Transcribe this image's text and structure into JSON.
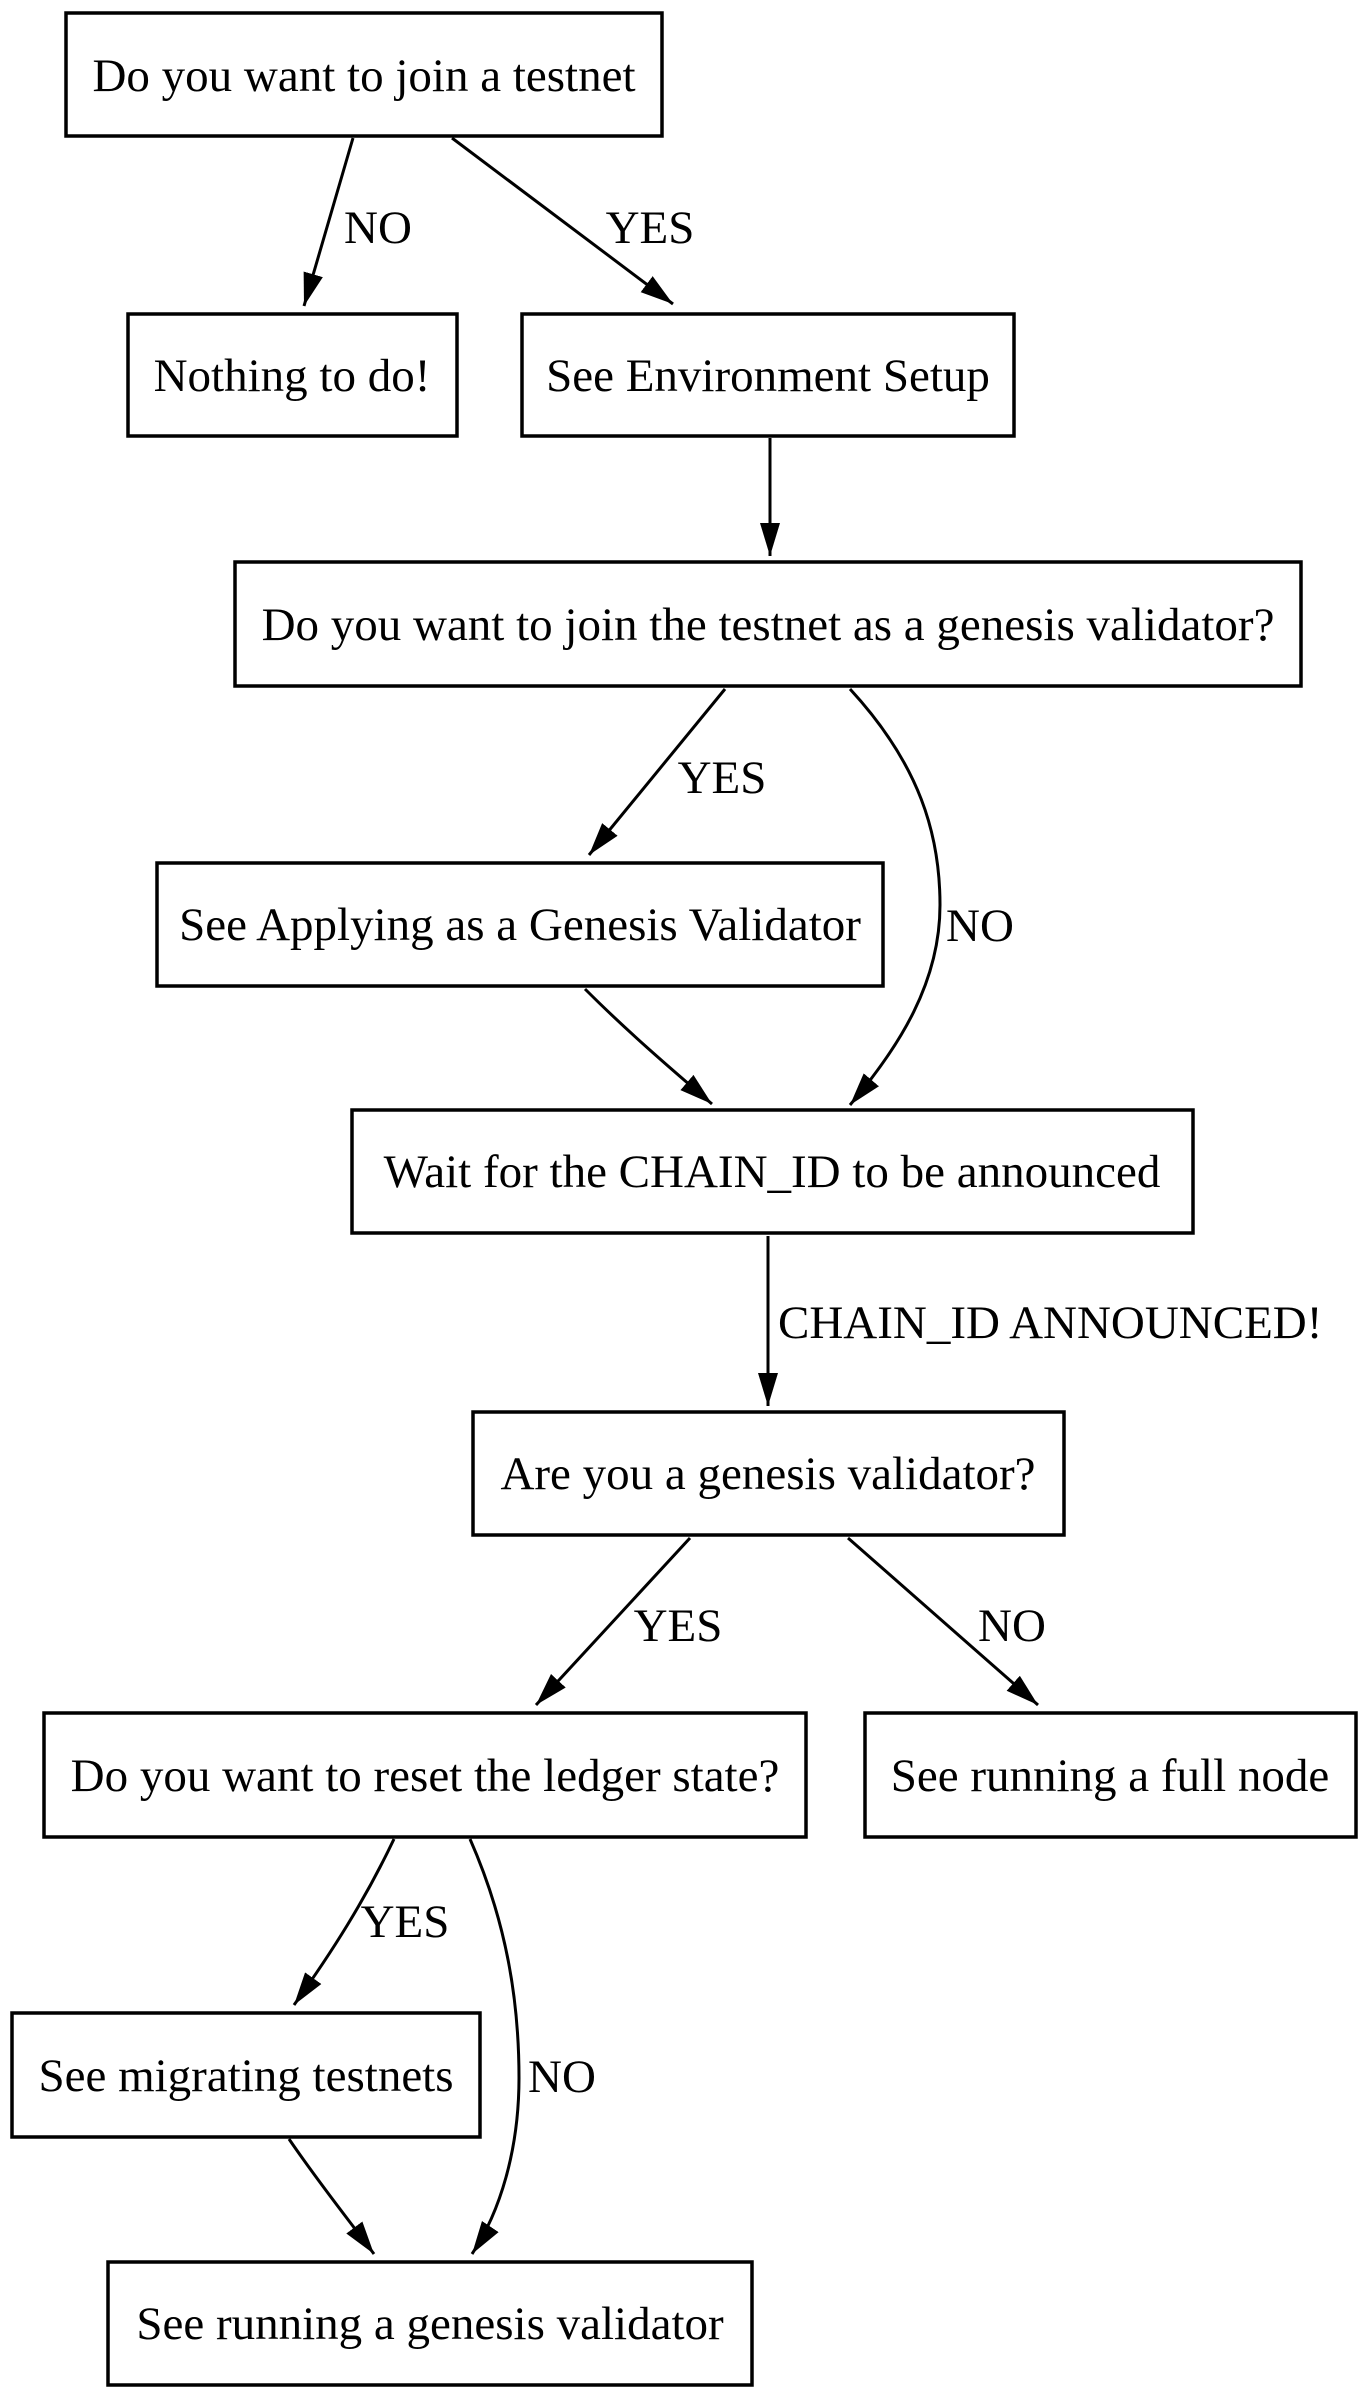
{
  "diagram_type": "flowchart",
  "colors": {
    "background": "#ffffff",
    "node_fill": "#ffffff",
    "line": "#000000",
    "text": "#000000"
  },
  "nodes": [
    {
      "id": "join-testnet",
      "label": "Do you want to join a testnet"
    },
    {
      "id": "nothing-to-do",
      "label": "Nothing to do!"
    },
    {
      "id": "environment-setup",
      "label": "See Environment Setup"
    },
    {
      "id": "join-genesis-question",
      "label": "Do you want to join the testnet as a genesis validator?"
    },
    {
      "id": "applying-genesis",
      "label": "See Applying as a Genesis Validator"
    },
    {
      "id": "wait-chain-id",
      "label": "Wait for the CHAIN_ID to be announced"
    },
    {
      "id": "genesis-validator-question",
      "label": "Are you a genesis validator?"
    },
    {
      "id": "reset-ledger-question",
      "label": "Do you want to reset the ledger state?"
    },
    {
      "id": "running-full-node",
      "label": "See running a full node"
    },
    {
      "id": "migrating-testnets",
      "label": "See migrating testnets"
    },
    {
      "id": "running-genesis-validator",
      "label": "See running a genesis validator"
    }
  ],
  "edges": [
    {
      "from": "join-testnet",
      "to": "nothing-to-do",
      "label": "NO"
    },
    {
      "from": "join-testnet",
      "to": "environment-setup",
      "label": "YES"
    },
    {
      "from": "environment-setup",
      "to": "join-genesis-question",
      "label": ""
    },
    {
      "from": "join-genesis-question",
      "to": "applying-genesis",
      "label": "YES"
    },
    {
      "from": "join-genesis-question",
      "to": "wait-chain-id",
      "label": "NO"
    },
    {
      "from": "applying-genesis",
      "to": "wait-chain-id",
      "label": ""
    },
    {
      "from": "wait-chain-id",
      "to": "genesis-validator-question",
      "label": "CHAIN_ID ANNOUNCED!"
    },
    {
      "from": "genesis-validator-question",
      "to": "reset-ledger-question",
      "label": "YES"
    },
    {
      "from": "genesis-validator-question",
      "to": "running-full-node",
      "label": "NO"
    },
    {
      "from": "reset-ledger-question",
      "to": "migrating-testnets",
      "label": "YES"
    },
    {
      "from": "reset-ledger-question",
      "to": "running-genesis-validator",
      "label": "NO"
    },
    {
      "from": "migrating-testnets",
      "to": "running-genesis-validator",
      "label": ""
    }
  ]
}
